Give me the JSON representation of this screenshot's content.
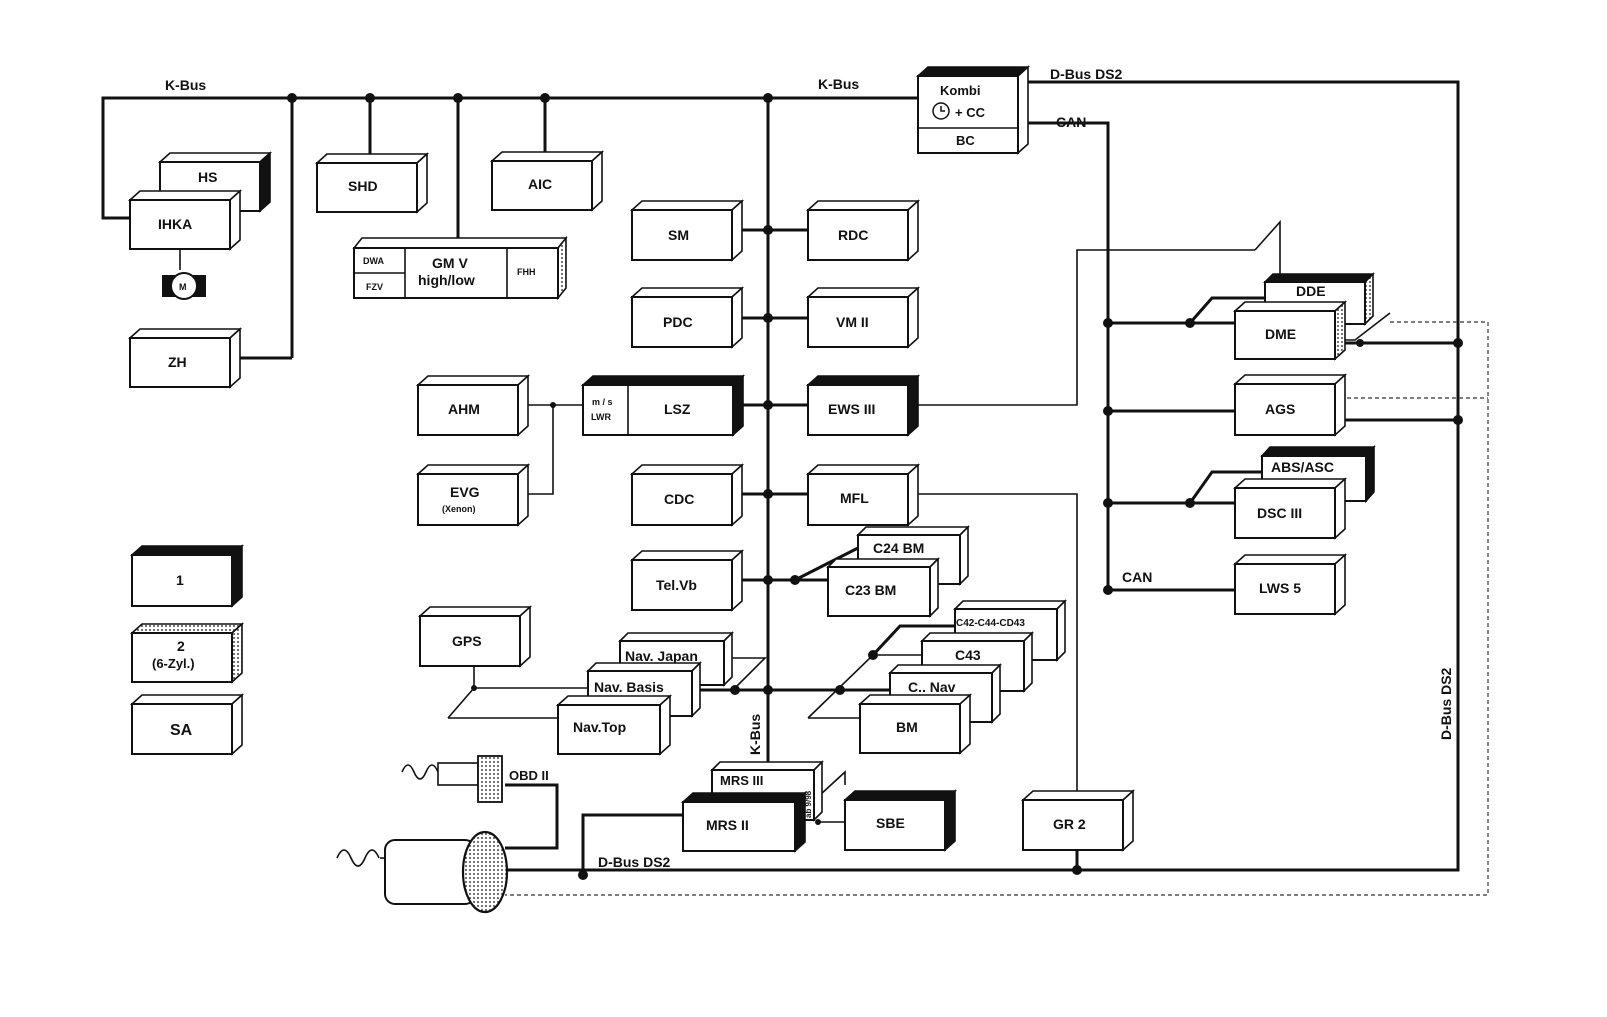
{
  "bus_labels": {
    "kbus_left": "K-Bus",
    "kbus_mid": "K-Bus",
    "kbus_vertical": "K-Bus",
    "dbus_top": "D-Bus DS2",
    "dbus_right": "D-Bus DS2",
    "dbus_bottom": "D-Bus DS2",
    "can_top": "CAN",
    "can_bottom": "CAN",
    "obd": "OBD II"
  },
  "modules": {
    "hs": "HS",
    "ihka": "IHKA",
    "motor": "M",
    "zh": "ZH",
    "shd": "SHD",
    "aic": "AIC",
    "dwa": "DWA",
    "fzv": "FZV",
    "gmv_line1": "GM V",
    "gmv_line2": "high/low",
    "fhh": "FHH",
    "kombi_line1": "Kombi",
    "kombi_line2": "+ CC",
    "bc": "BC",
    "sm": "SM",
    "rdc": "RDC",
    "pdc": "PDC",
    "vm": "VM II",
    "ahm": "AHM",
    "lsz_sub1": "m / s",
    "lsz_sub2": "LWR",
    "lsz": "LSZ",
    "ews": "EWS III",
    "evg_line1": "EVG",
    "evg_line2": "(Xenon)",
    "cdc": "CDC",
    "mfl": "MFL",
    "c24": "C24 BM",
    "c23": "C23 BM",
    "telvb": "Tel.Vb",
    "gps": "GPS",
    "nav_japan": "Nav. Japan",
    "nav_basis": "Nav. Basis",
    "nav_top": "Nav.Top",
    "c42": "C42-C44-CD43",
    "c43": "C43",
    "cnav": "C.. Nav",
    "bm": "BM",
    "mrs3": "MRS III",
    "mrs3_date": "ab 9/98",
    "mrs2": "MRS II",
    "sbe": "SBE",
    "gr2": "GR 2",
    "dde": "DDE",
    "dme": "DME",
    "ags": "AGS",
    "abs": "ABS/ASC",
    "dsc": "DSC III",
    "lws": "LWS 5"
  },
  "legend": {
    "item1": "1",
    "item2_line1": "2",
    "item2_line2": "(6-Zyl.)",
    "item3": "SA"
  }
}
